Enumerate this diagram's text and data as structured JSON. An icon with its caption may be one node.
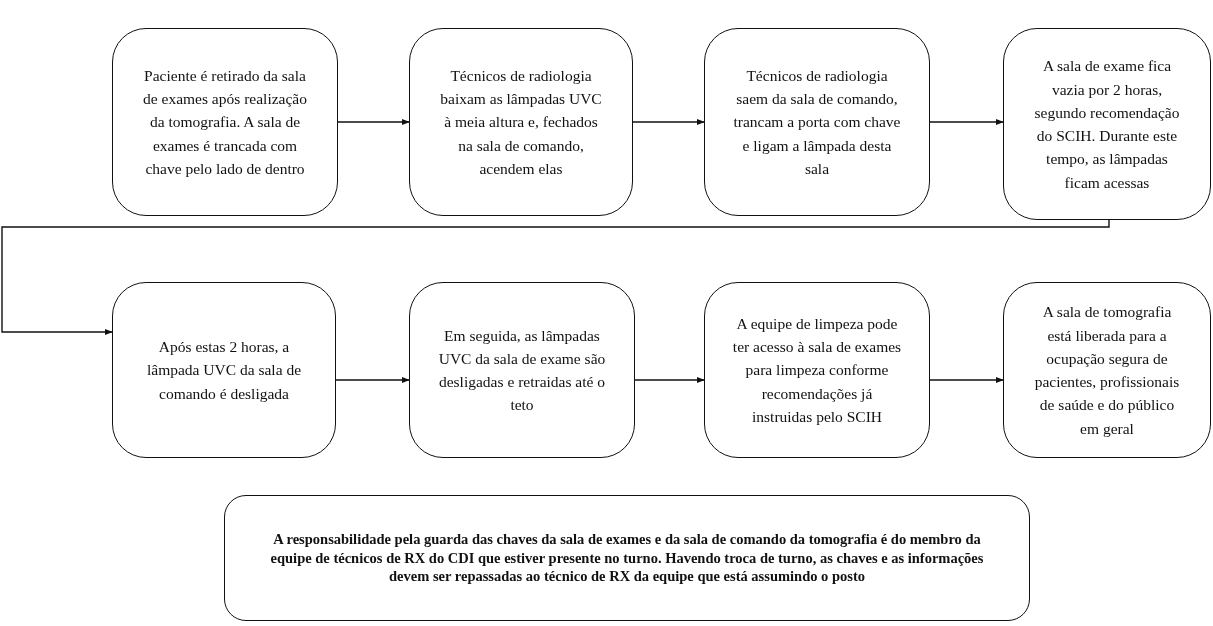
{
  "diagram": {
    "nodes": [
      {
        "text": [
          "Paciente é retirado da sala de exames após realização da tomografia. A sala de exames é trancada com chave pelo lado de dentro"
        ]
      },
      {
        "text": [
          "Técnicos de radiologia baixam as lâmpadas UVC à meia altura e, fechados na sala de comando, acendem elas"
        ]
      },
      {
        "text": [
          "Técnicos de radiologia saem da sala de comando, trancam a porta com chave e ligam a lâmpada desta sala"
        ]
      },
      {
        "text": [
          "A sala de exame fica vazia por 2 horas, segundo recomendação do SCIH. Durante este tempo, as lâmpadas ficam acessas"
        ]
      },
      {
        "text": [
          "Após estas 2 horas, a lâmpada UVC da sala de comando é desligada"
        ]
      },
      {
        "text": [
          "Em seguida, as lâmpadas UVC da sala de exame são desligadas e retraidas até o teto"
        ]
      },
      {
        "text": [
          "A equipe de limpeza pode ter acesso à sala de exames para limpeza conforme recomendações já instruidas pelo SCIH"
        ]
      },
      {
        "text": [
          "A sala de tomografia está liberada para a ocupação segura de pacientes, profissionais de saúde e do público em geral"
        ]
      },
      {
        "text": [
          "A responsabilidade pela guarda das chaves da sala de exames e da sala de comando da tomografia é do membro da equipe de técnicos de RX do CDI que estiver presente no turno. Havendo troca de turno, as chaves e as informações devem ser repassadas ao técnico de RX da equipe que está assumindo o posto"
        ]
      }
    ],
    "edges": [
      {
        "from": 0,
        "to": 1,
        "arrow": "to"
      },
      {
        "from": 1,
        "to": 2,
        "arrow": "to"
      },
      {
        "from": 2,
        "to": 3,
        "arrow": "to"
      },
      {
        "from": 3,
        "to": 4,
        "arrow": "to"
      },
      {
        "from": 4,
        "to": 5,
        "arrow": "to"
      },
      {
        "from": 5,
        "to": 6,
        "arrow": "to"
      },
      {
        "from": 6,
        "to": 7,
        "arrow": "to"
      }
    ]
  }
}
